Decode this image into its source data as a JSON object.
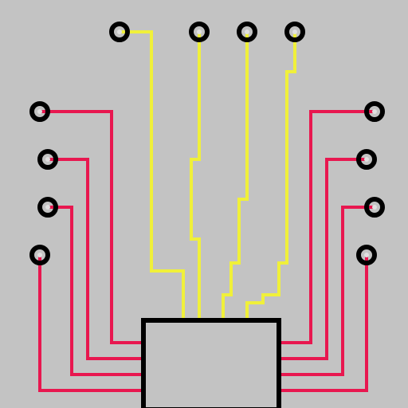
{
  "colors": {
    "background": "#c3c3c3",
    "pad_ring": "#000000",
    "chip_outline": "#000000",
    "chip_fill": "#c3c3c3",
    "wire_yellow": "#f0f03a",
    "wire_red": "#e8174f",
    "pad_center": "#e0e0e0"
  },
  "board": {
    "pads_top": [
      "pad-top-1",
      "pad-top-2",
      "pad-top-3",
      "pad-top-4"
    ],
    "pads_left": [
      "pad-left-1",
      "pad-left-2",
      "pad-left-3",
      "pad-left-4"
    ],
    "pads_right": [
      "pad-right-1",
      "pad-right-2",
      "pad-right-3",
      "pad-right-4"
    ],
    "chip": "chip",
    "yellow_wire_count": 4,
    "red_wire_count": 8
  }
}
